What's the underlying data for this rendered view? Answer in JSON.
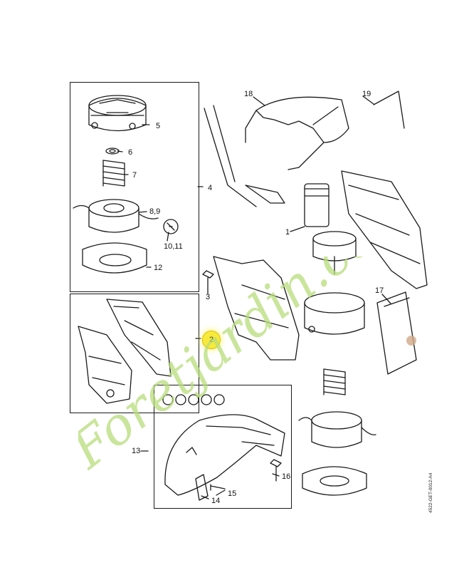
{
  "diagram": {
    "labels": {
      "l1": "1",
      "l2": "2",
      "l3": "3",
      "l4": "4",
      "l5": "5",
      "l6": "6",
      "l7": "7",
      "l89": "8,9",
      "l1011": "10,11",
      "l12": "12",
      "l13": "13",
      "l14": "14",
      "l15": "15",
      "l16": "16",
      "l17": "17",
      "l18": "18",
      "l19": "19"
    },
    "highlight_label": "2",
    "drawing_code": "4522-GET-0012-A4",
    "watermark": "Foretjardin.com",
    "colors": {
      "line": "#1a1a1a",
      "highlight": "#f7ea3a",
      "watermark": "#b7dd7a",
      "watermark_dot": "#cfa98a"
    }
  }
}
